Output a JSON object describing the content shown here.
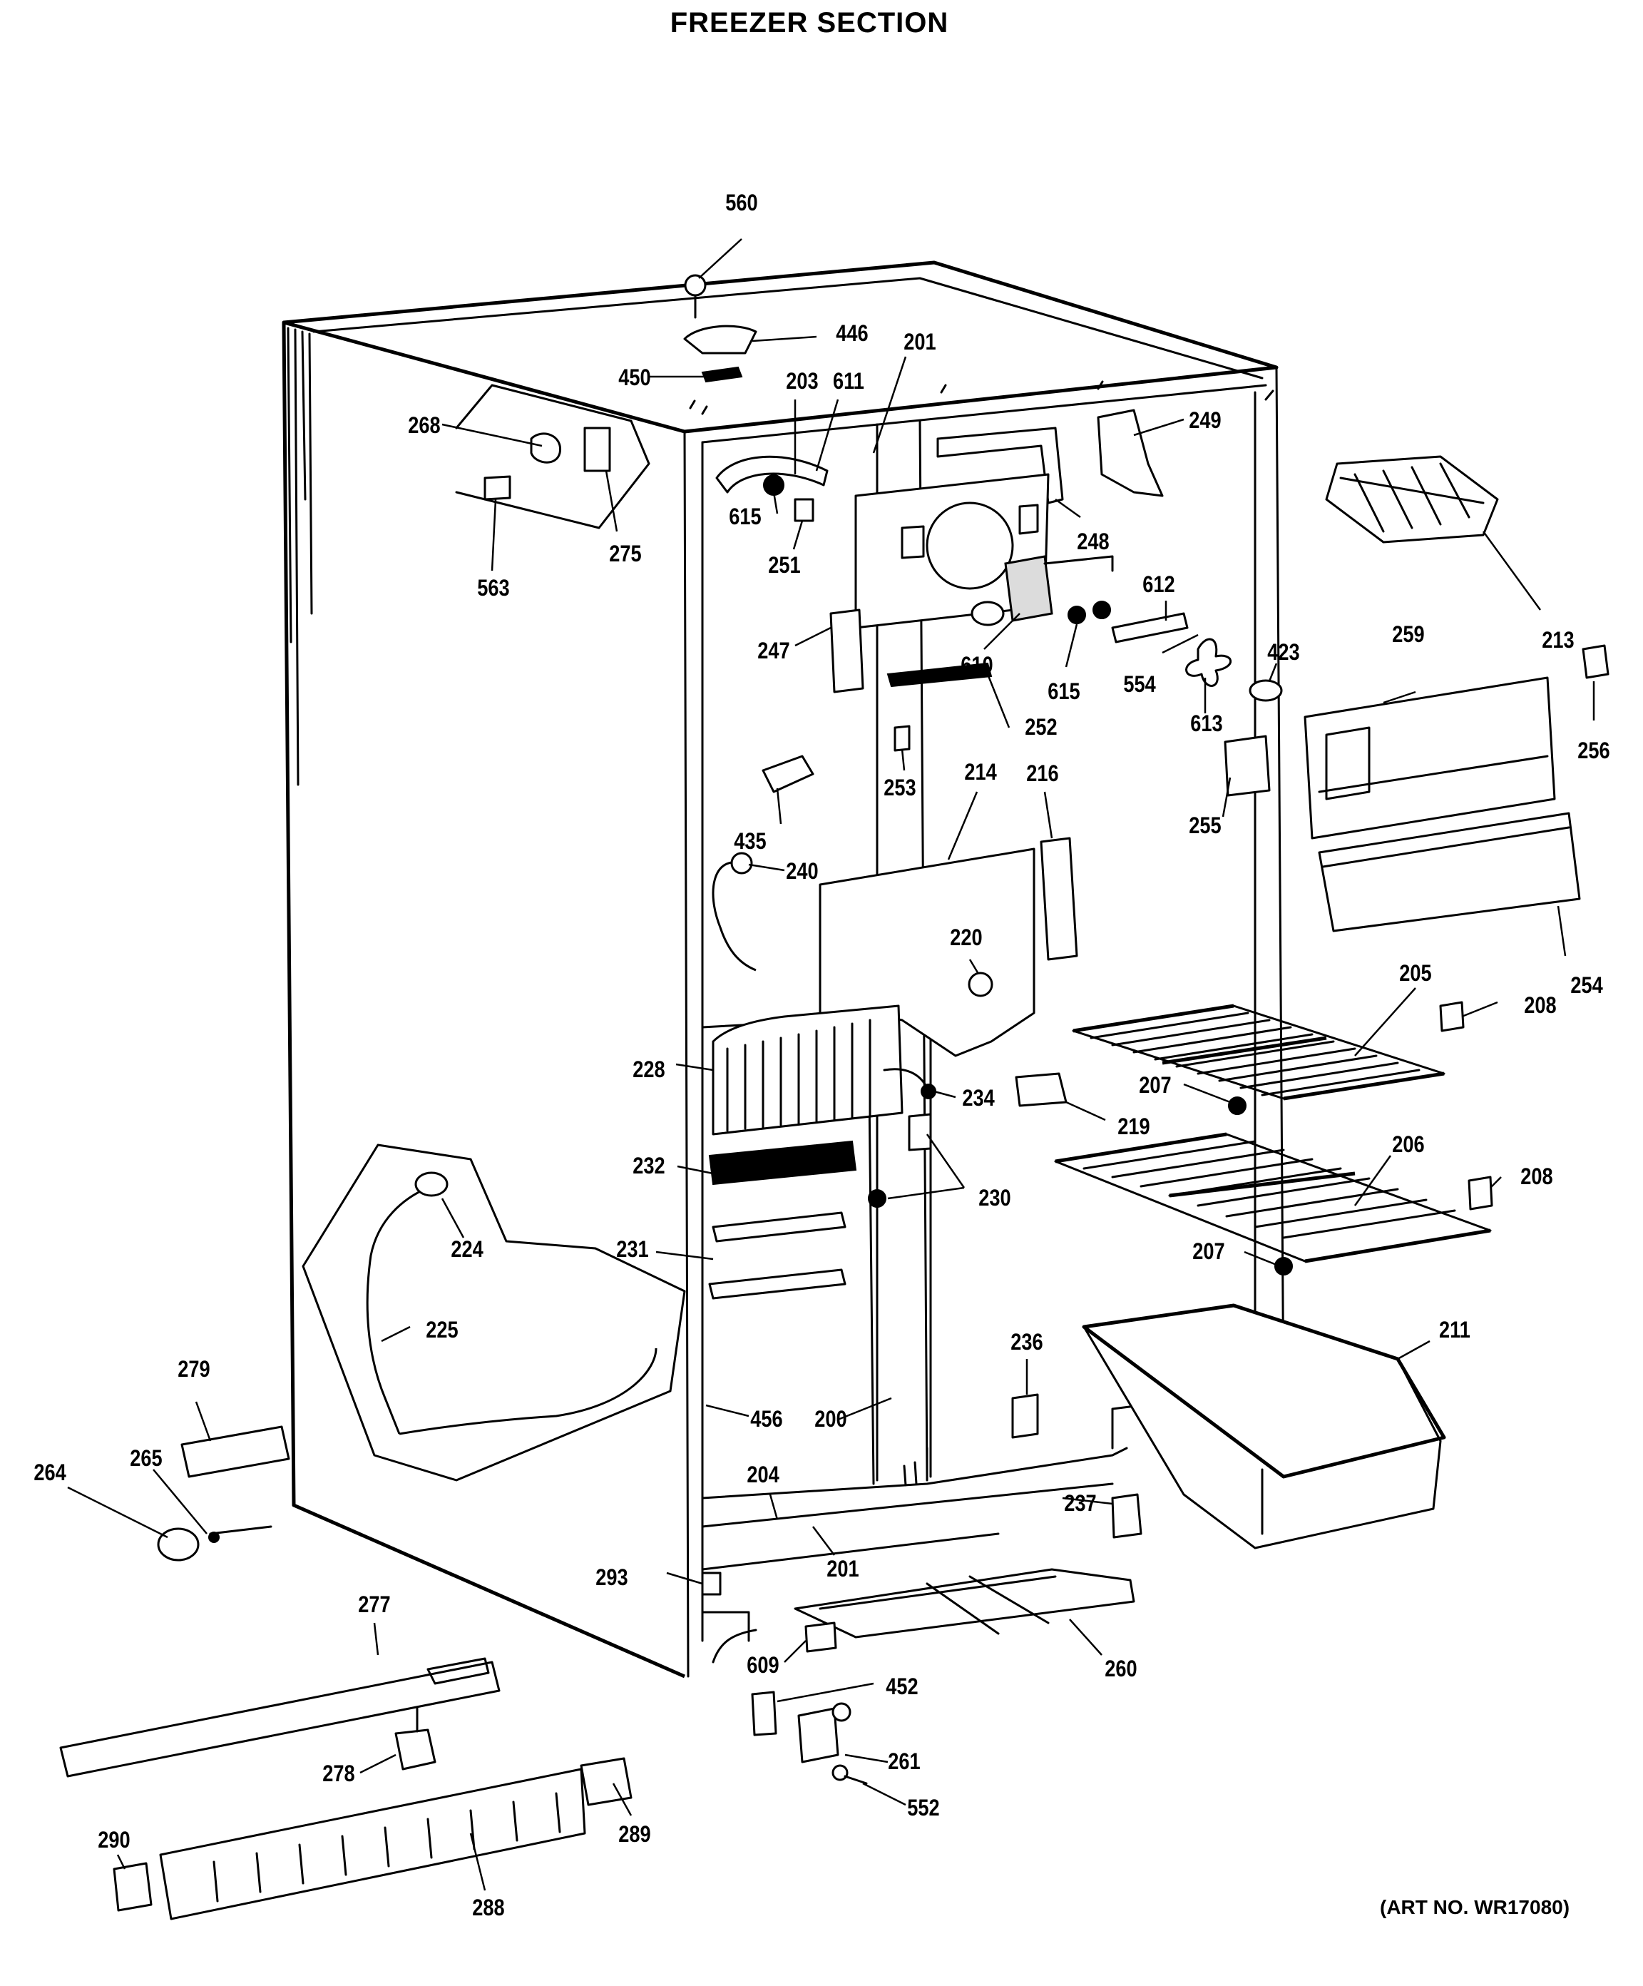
{
  "title": "FREEZER SECTION",
  "art_number": "(ART NO. WR17080)",
  "callouts": [
    "560",
    "446",
    "450",
    "201",
    "203",
    "611",
    "268",
    "275",
    "563",
    "249",
    "615",
    "251",
    "248",
    "213",
    "247",
    "610",
    "615",
    "612",
    "554",
    "423",
    "259",
    "256",
    "613",
    "252",
    "253",
    "214",
    "216",
    "255",
    "435",
    "240",
    "220",
    "254",
    "205",
    "208",
    "228",
    "234",
    "219",
    "207",
    "232",
    "206",
    "208",
    "230",
    "224",
    "231",
    "207",
    "225",
    "236",
    "211",
    "279",
    "456",
    "200",
    "265",
    "264",
    "204",
    "237",
    "201",
    "293",
    "277",
    "609",
    "260",
    "452",
    "278",
    "261",
    "552",
    "290",
    "289",
    "288"
  ]
}
